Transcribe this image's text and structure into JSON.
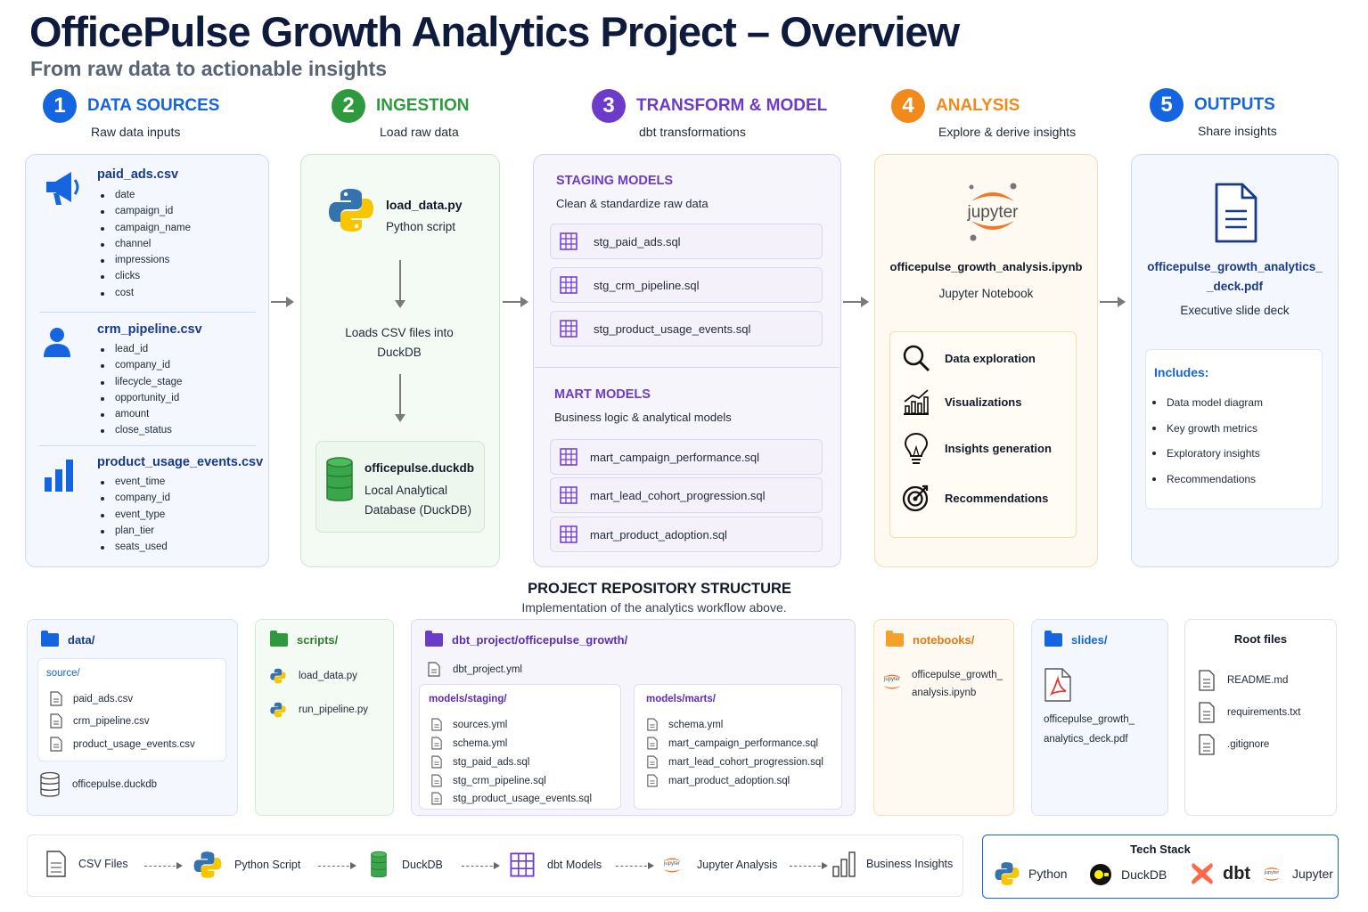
{
  "header": {
    "title": "OfficePulse Growth Analytics Project – Overview",
    "subtitle": "From raw data to actionable insights"
  },
  "colors": {
    "blue": "#1565e0",
    "green": "#2e9a3e",
    "purple": "#6d3bc9",
    "orange": "#f08a1c",
    "navy": "#173a8a"
  },
  "steps": [
    {
      "num": "1",
      "title": "DATA SOURCES",
      "sub": "Raw data inputs"
    },
    {
      "num": "2",
      "title": "INGESTION",
      "sub": "Load raw data"
    },
    {
      "num": "3",
      "title": "TRANSFORM & MODEL",
      "sub": "dbt transformations"
    },
    {
      "num": "4",
      "title": "ANALYSIS",
      "sub": "Explore & derive insights"
    },
    {
      "num": "5",
      "title": "OUTPUTS",
      "sub": "Share insights"
    }
  ],
  "sources": [
    {
      "name": "paid_ads.csv",
      "icon": "megaphone-icon",
      "fields": [
        "date",
        "campaign_id",
        "campaign_name",
        "channel",
        "impressions",
        "clicks",
        "cost"
      ]
    },
    {
      "name": "crm_pipeline.csv",
      "icon": "person-icon",
      "fields": [
        "lead_id",
        "company_id",
        "lifecycle_stage",
        "opportunity_id",
        "amount",
        "close_status"
      ]
    },
    {
      "name": "product_usage_events.csv",
      "icon": "bar-chart-icon",
      "fields": [
        "event_time",
        "company_id",
        "event_type",
        "plan_tier",
        "seats_used"
      ]
    }
  ],
  "ingestion": {
    "script_name": "load_data.py",
    "script_desc": "Python script",
    "loads_line1": "Loads CSV files into",
    "loads_line2": "DuckDB",
    "db_name": "officepulse.duckdb",
    "db_desc1": "Local Analytical",
    "db_desc2": "Database (DuckDB)"
  },
  "transform": {
    "staging_title": "STAGING MODELS",
    "staging_desc": "Clean & standardize raw data",
    "staging_models": [
      "stg_paid_ads.sql",
      "stg_crm_pipeline.sql",
      "stg_product_usage_events.sql"
    ],
    "mart_title": "MART MODELS",
    "mart_desc": "Business logic & analytical models",
    "mart_models": [
      "mart_campaign_performance.sql",
      "mart_lead_cohort_progression.sql",
      "mart_product_adoption.sql"
    ]
  },
  "analysis": {
    "logo_text": "jupyter",
    "notebook": "officepulse_growth_analysis.ipynb",
    "notebook_desc": "Jupyter Notebook",
    "items": [
      {
        "label": "Data exploration",
        "icon": "magnifier-icon"
      },
      {
        "label": "Visualizations",
        "icon": "chart-icon"
      },
      {
        "label": "Insights generation",
        "icon": "lightbulb-icon"
      },
      {
        "label": "Recommendations",
        "icon": "target-icon"
      }
    ]
  },
  "outputs": {
    "file_line1": "officepulse_growth_analytics_",
    "file_line2": "_deck.pdf",
    "file_desc": "Executive slide deck",
    "includes_title": "Includes:",
    "includes": [
      "Data model diagram",
      "Key growth metrics",
      "Exploratory insights",
      "Recommendations"
    ]
  },
  "repo": {
    "title": "PROJECT REPOSITORY STRUCTURE",
    "subtitle": "Implementation of the analytics workflow above.",
    "data": {
      "folder": "data/",
      "source": "source/",
      "files": [
        "paid_ads.csv",
        "crm_pipeline.csv",
        "product_usage_events.csv"
      ],
      "db": "officepulse.duckdb"
    },
    "scripts": {
      "folder": "scripts/",
      "files": [
        "load_data.py",
        "run_pipeline.py"
      ]
    },
    "dbt": {
      "folder": "dbt_project/officepulse_growth/",
      "project_file": "dbt_project.yml",
      "staging_label": "models/staging/",
      "staging_files": [
        "sources.yml",
        "schema.yml",
        "stg_paid_ads.sql",
        "stg_crm_pipeline.sql",
        "stg_product_usage_events.sql"
      ],
      "marts_label": "models/marts/",
      "marts_files": [
        "schema.yml",
        "mart_campaign_performance.sql",
        "mart_lead_cohort_progression.sql",
        "mart_product_adoption.sql"
      ]
    },
    "notebooks": {
      "folder": "notebooks/",
      "file_line1": "officepulse_growth_",
      "file_line2": "analysis.ipynb",
      "mini_logo": "jupyter"
    },
    "slides": {
      "folder": "slides/",
      "file_line1": "officepulse_growth_",
      "file_line2": "analytics_deck.pdf"
    },
    "root": {
      "title": "Root files",
      "files": [
        "README.md",
        "requirements.txt",
        ".gitignore"
      ]
    }
  },
  "flow": [
    "CSV Files",
    "Python Script",
    "DuckDB",
    "dbt Models",
    "Jupyter Analysis",
    "Business Insights"
  ],
  "flow_mini_logo": "jupyter",
  "tech_stack": {
    "title": "Tech Stack",
    "items": [
      "Python",
      "DuckDB",
      "dbt",
      "Jupyter"
    ],
    "mini_logo": "jupyter"
  }
}
